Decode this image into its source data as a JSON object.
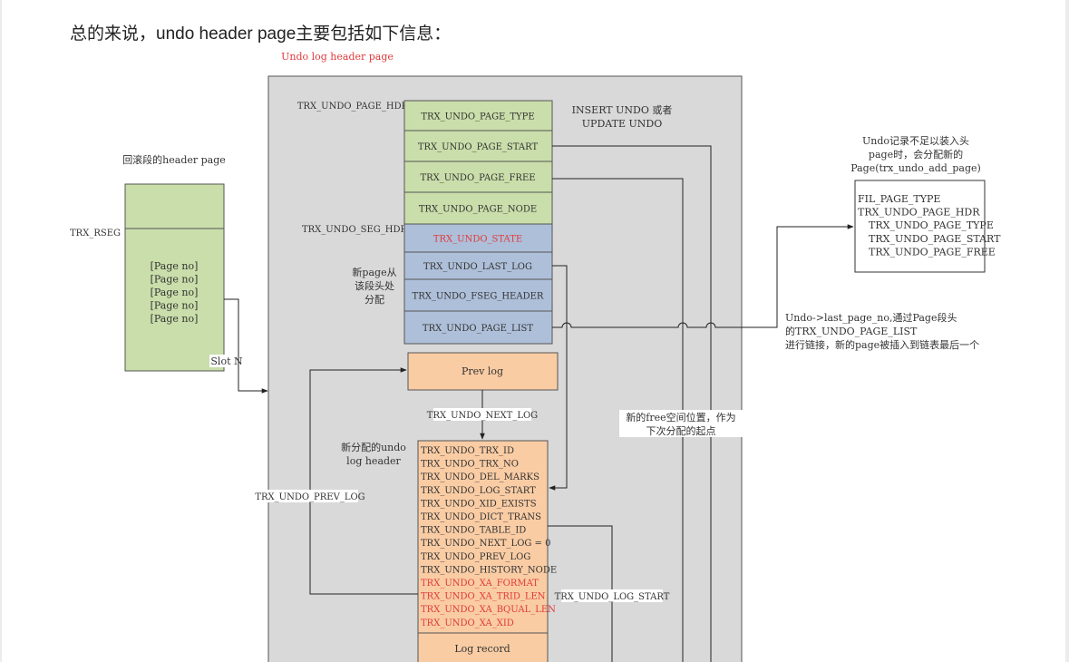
{
  "intro": "总的来说，undo header page主要包括如下信息：",
  "colors": {
    "green": "#c9deaa",
    "blue": "#aebfd9",
    "orange": "#f9cca4",
    "gray": "#d9d9d9",
    "red": "#e03a3a",
    "ink": "#333333"
  },
  "diagram": {
    "title": "Undo log header page",
    "rseg": {
      "caption": "回滚段的header page",
      "side_label": "TRX_RSEG",
      "page_nos": [
        "[Page no]",
        "[Page no]",
        "[Page no]",
        "[Page no]",
        "[Page no]"
      ],
      "slot_label": "Slot N"
    },
    "page_hdr_label": "TRX_UNDO_PAGE_HDR",
    "page_hdr_fields": [
      "TRX_UNDO_PAGE_TYPE",
      "TRX_UNDO_PAGE_START",
      "TRX_UNDO_PAGE_FREE",
      "TRX_UNDO_PAGE_NODE"
    ],
    "page_type_note": [
      "INSERT UNDO 或者",
      "UPDATE UNDO"
    ],
    "seg_hdr_label": "TRX_UNDO_SEG_HDR",
    "seg_hdr_fields": [
      "TRX_UNDO_STATE",
      "TRX_UNDO_LAST_LOG",
      "TRX_UNDO_FSEG_HEADER",
      "TRX_UNDO_PAGE_LIST"
    ],
    "new_page_note": [
      "新page从",
      "该段头处",
      "分配"
    ],
    "prev_log": "Prev log",
    "next_log_label": "TRX_UNDO_NEXT_LOG",
    "new_header_note": [
      "新分配的undo",
      "log header"
    ],
    "log_header_fields": [
      {
        "text": "TRX_UNDO_TRX_ID",
        "red": false
      },
      {
        "text": "TRX_UNDO_TRX_NO",
        "red": false
      },
      {
        "text": "TRX_UNDO_DEL_MARKS",
        "red": false
      },
      {
        "text": "TRX_UNDO_LOG_START",
        "red": false
      },
      {
        "text": "TRX_UNDO_XID_EXISTS",
        "red": false
      },
      {
        "text": "TRX_UNDO_DICT_TRANS",
        "red": false
      },
      {
        "text": "TRX_UNDO_TABLE_ID",
        "red": false
      },
      {
        "text": "TRX_UNDO_NEXT_LOG = 0",
        "red": false
      },
      {
        "text": "TRX_UNDO_PREV_LOG",
        "red": false
      },
      {
        "text": "TRX_UNDO_HISTORY_NODE",
        "red": false
      },
      {
        "text": "TRX_UNDO_XA_FORMAT",
        "red": true
      },
      {
        "text": "TRX_UNDO_XA_TRID_LEN",
        "red": true
      },
      {
        "text": "TRX_UNDO_XA_BQUAL_LEN",
        "red": true
      },
      {
        "text": "TRX_UNDO_XA_XID",
        "red": true
      }
    ],
    "log_record": "Log record",
    "prev_log_label": "TRX_UNDO_PREV_LOG",
    "log_start_label": "TRX_UNDO_LOG_START",
    "free_note": [
      "新的free空间位置，作为",
      "下次分配的起点"
    ],
    "add_page_note": [
      "Undo记录不足以装入头",
      "page时，会分配新的",
      "Page(trx_undo_add_page)"
    ],
    "new_page_fields": [
      "FIL_PAGE_TYPE",
      "TRX_UNDO_PAGE_HDR",
      "TRX_UNDO_PAGE_TYPE",
      "TRX_UNDO_PAGE_START",
      "TRX_UNDO_PAGE_FREE"
    ],
    "link_note": [
      "Undo->last_page_no,通过Page段头",
      "的TRX_UNDO_PAGE_LIST",
      "进行链接，新的page被插入到链表最后一个"
    ]
  }
}
